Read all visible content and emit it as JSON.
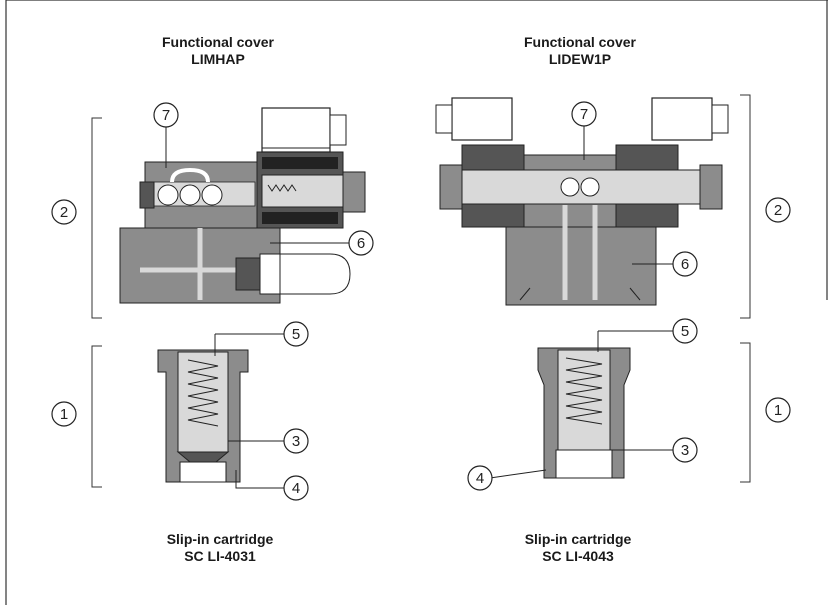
{
  "titles": {
    "left_top_line1": "Functional cover",
    "left_top_line2": "LIMHAP",
    "right_top_line1": "Functional cover",
    "right_top_line2": "LIDEW1P",
    "left_bottom_line1": "Slip-in cartridge",
    "left_bottom_line2": "SC LI-4031",
    "right_bottom_line1": "Slip-in cartridge",
    "right_bottom_line2": "SC LI-4043"
  },
  "callouts": {
    "c1": "1",
    "c2": "2",
    "c3": "3",
    "c4": "4",
    "c5": "5",
    "c6": "6",
    "c7": "7"
  },
  "colors": {
    "body_gray": "#8c8c8c",
    "dark_gray": "#555555",
    "light_gray": "#d9d9d9",
    "line": "#1a1a1a",
    "frame": "#333333"
  }
}
